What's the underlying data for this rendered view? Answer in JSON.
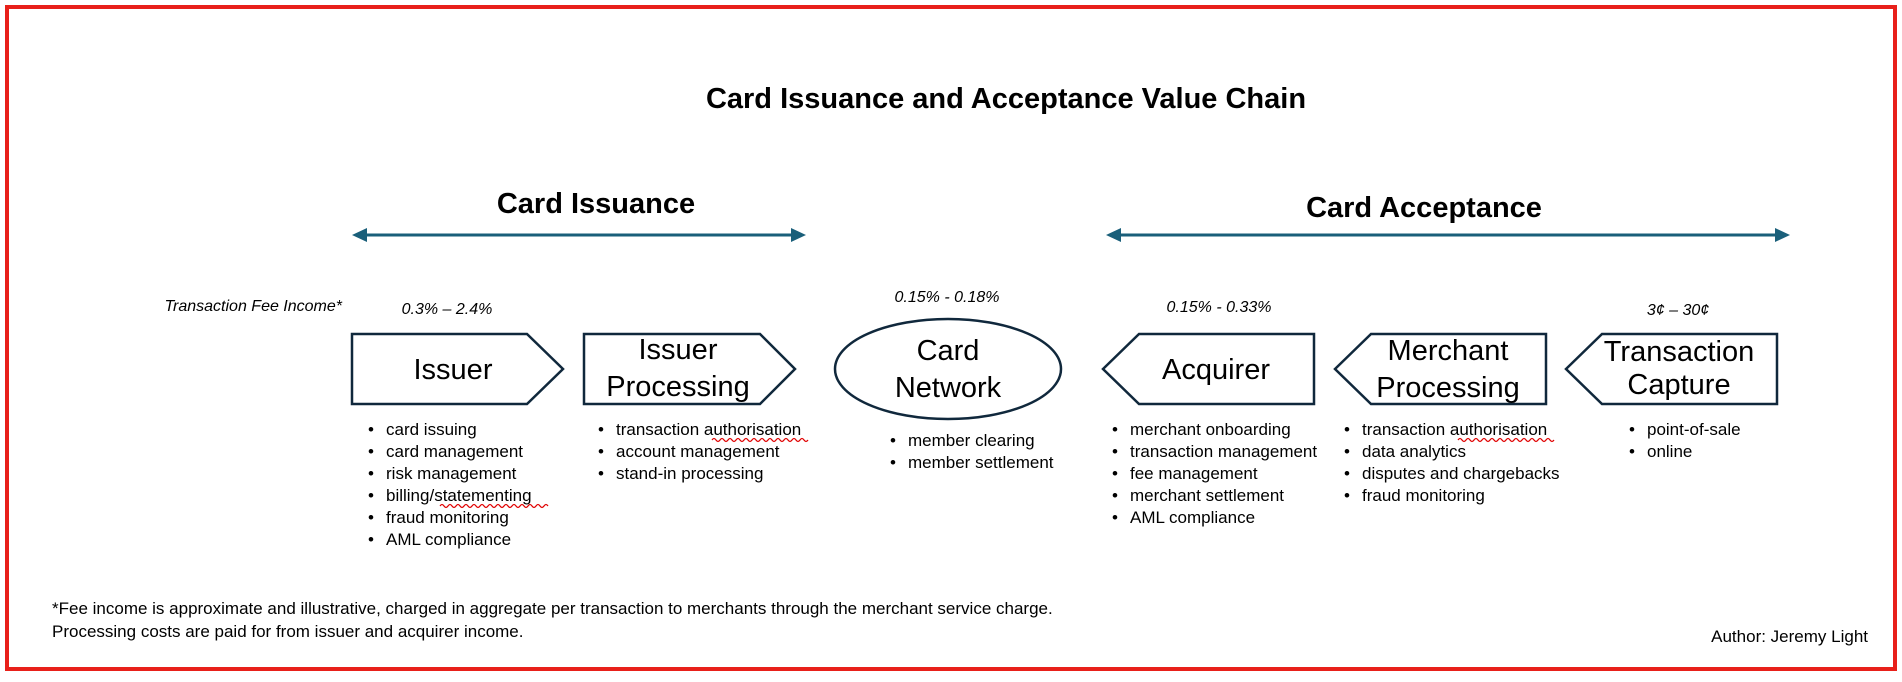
{
  "title": "Card Issuance and Acceptance Value Chain",
  "sections": {
    "issuance": "Card Issuance",
    "acceptance": "Card Acceptance"
  },
  "fee_label": "Transaction Fee Income*",
  "nodes": [
    {
      "id": "issuer",
      "label_lines": [
        "Issuer"
      ],
      "fee": "0.3% – 2.4%",
      "bullets": [
        "card issuing",
        "card management",
        "risk management",
        "billing/statementing",
        "fraud monitoring",
        "AML compliance"
      ]
    },
    {
      "id": "issuer-processing",
      "label_lines": [
        "Issuer",
        "Processing"
      ],
      "fee": "",
      "bullets": [
        "transaction authorisation",
        "account management",
        "stand-in processing"
      ]
    },
    {
      "id": "card-network",
      "label_lines": [
        "Card",
        "Network"
      ],
      "fee": "0.15% - 0.18%",
      "bullets": [
        "member clearing",
        "member settlement"
      ]
    },
    {
      "id": "acquirer",
      "label_lines": [
        "Acquirer"
      ],
      "fee": "0.15% - 0.33%",
      "bullets": [
        "merchant onboarding",
        "transaction management",
        "fee management",
        "merchant settlement",
        "AML compliance"
      ]
    },
    {
      "id": "merchant-processing",
      "label_lines": [
        "Merchant",
        "Processing"
      ],
      "fee": "",
      "bullets": [
        "transaction authorisation",
        "data analytics",
        "disputes and chargebacks",
        "fraud monitoring"
      ]
    },
    {
      "id": "transaction-capture",
      "label_lines": [
        "Transaction",
        "Capture"
      ],
      "fee": "3¢ – 30¢",
      "bullets": [
        "point-of-sale",
        "online"
      ]
    }
  ],
  "footnote": [
    "*Fee income is approximate and illustrative, charged in aggregate per transaction to merchants through the merchant service charge.",
    "Processing costs are paid for from issuer  and acquirer income."
  ],
  "author": "Author: Jeremy Light",
  "colors": {
    "frame": "#e8201a",
    "arrow": "#1a5f7a",
    "shape_outline": "#10283c",
    "spellcheck_underline": "#e00000"
  }
}
